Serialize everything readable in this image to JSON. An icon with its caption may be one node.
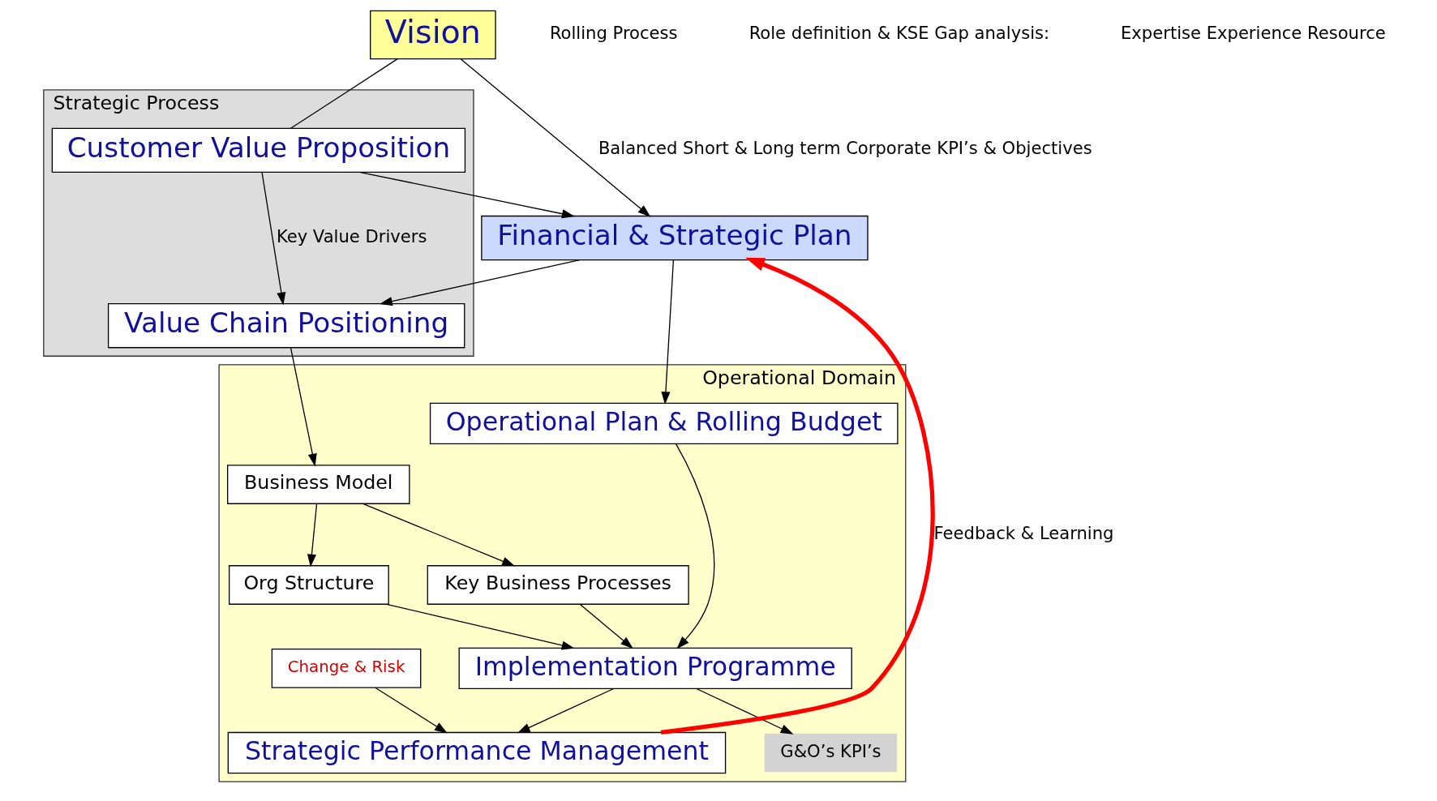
{
  "diagram": {
    "nodes": [
      {
        "text": [
          "Vision"
        ]
      },
      {
        "text": [
          "Strategic Process"
        ]
      },
      {
        "text": [
          "Customer Value Proposition"
        ],
        "in": 1
      },
      {
        "text": [
          "Value Chain Positioning"
        ],
        "in": 1
      },
      {
        "text": [
          "Financial & Strategic Plan"
        ]
      },
      {
        "text": [
          "Operational Domain"
        ]
      },
      {
        "text": [
          "Business Model"
        ],
        "in": 5
      },
      {
        "text": [
          "Org Structure"
        ],
        "in": 5
      },
      {
        "text": [
          "Key Business Processes"
        ],
        "in": 5
      },
      {
        "text": [
          "Operational Plan & Rolling Budget"
        ],
        "in": 5
      },
      {
        "text": [
          "Implementation Programme"
        ],
        "in": 5
      },
      {
        "text": [
          "Strategic Performance Management"
        ],
        "in": 5
      },
      {
        "text": [
          "Change & Risk"
        ],
        "in": 5
      },
      {
        "text": [
          "G&O’s KPI’s"
        ],
        "in": 5
      }
    ],
    "edges": [
      {
        "from": 0,
        "to": 2,
        "arrow": "none"
      },
      {
        "from": 0,
        "to": 4,
        "arrow": "to",
        "label": "Balanced Short & Long term Corporate KPI’s & Objectives"
      },
      {
        "from": 2,
        "to": 3,
        "arrow": "to",
        "label": "Key Value Drivers"
      },
      {
        "from": 2,
        "to": 4,
        "arrow": "to"
      },
      {
        "from": 4,
        "to": 3,
        "arrow": "to"
      },
      {
        "from": 3,
        "to": 6,
        "arrow": "to"
      },
      {
        "from": 4,
        "to": 9,
        "arrow": "to"
      },
      {
        "from": 6,
        "to": 7,
        "arrow": "to"
      },
      {
        "from": 6,
        "to": 8,
        "arrow": "to"
      },
      {
        "from": 7,
        "to": 10,
        "arrow": "to"
      },
      {
        "from": 8,
        "to": 10,
        "arrow": "to"
      },
      {
        "from": 9,
        "to": 10,
        "arrow": "to"
      },
      {
        "from": 10,
        "to": 13,
        "arrow": "to"
      },
      {
        "from": 10,
        "to": 11,
        "arrow": "to"
      },
      {
        "from": 12,
        "to": 11,
        "arrow": "to"
      },
      {
        "from": 11,
        "to": 4,
        "arrow": "to",
        "label": "Feedback & Learning",
        "style": "thick",
        "color": "#ff0000"
      }
    ],
    "labels": [
      "Rolling Process",
      "Role definition & KSE Gap analysis:",
      "Expertise Experience Resource"
    ]
  }
}
